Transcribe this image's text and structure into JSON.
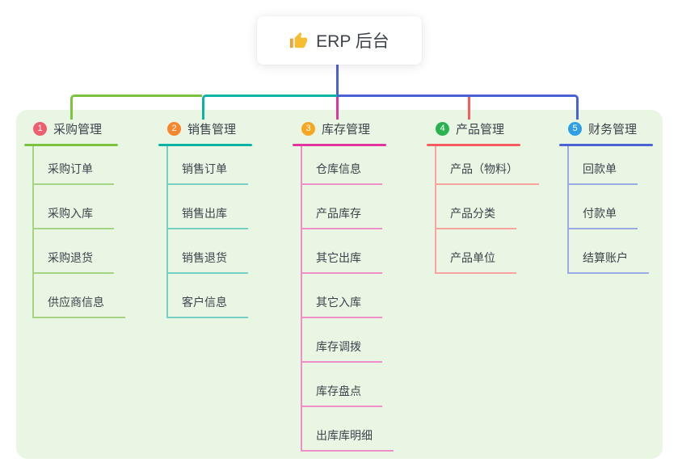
{
  "root": {
    "title": "ERP 后台",
    "icon": "thumbs-up-icon"
  },
  "theme": {
    "page_bg": "#ffffff",
    "panel_bg": "#e9f6e4",
    "text_color": "#3e434c",
    "trunk_color": "#4a63d4",
    "thumb_color": "#f7bd30",
    "thumb_cuff_color": "#eda33c"
  },
  "branches": [
    {
      "num": "1",
      "title": "采购管理",
      "badge_color": "#ee5e6e",
      "line_color": "#7cc342",
      "item_color": "#a5d584",
      "items": [
        "采购订单",
        "采购入库",
        "采购退货",
        "供应商信息"
      ]
    },
    {
      "num": "2",
      "title": "销售管理",
      "badge_color": "#f8862d",
      "line_color": "#0bb3a4",
      "item_color": "#76d1c4",
      "items": [
        "销售订单",
        "销售出库",
        "销售退货",
        "客户信息"
      ]
    },
    {
      "num": "3",
      "title": "库存管理",
      "badge_color": "#f7a622",
      "line_color": "#e0349e",
      "item_color": "#ef8fc8",
      "items": [
        "仓库信息",
        "产品库存",
        "其它出库",
        "其它入库",
        "库存调拨",
        "库存盘点",
        "出库库明细"
      ]
    },
    {
      "num": "4",
      "title": "产品管理",
      "badge_color": "#2ab250",
      "line_color": "#f75d60",
      "item_color": "#f9a39e",
      "items": [
        "产品（物料）",
        "产品分类",
        "产品单位"
      ]
    },
    {
      "num": "5",
      "title": "财务管理",
      "badge_color": "#2ea0e8",
      "line_color": "#4a63d4",
      "item_color": "#98abe4",
      "items": [
        "回款单",
        "付款单",
        "结算账户"
      ]
    }
  ]
}
